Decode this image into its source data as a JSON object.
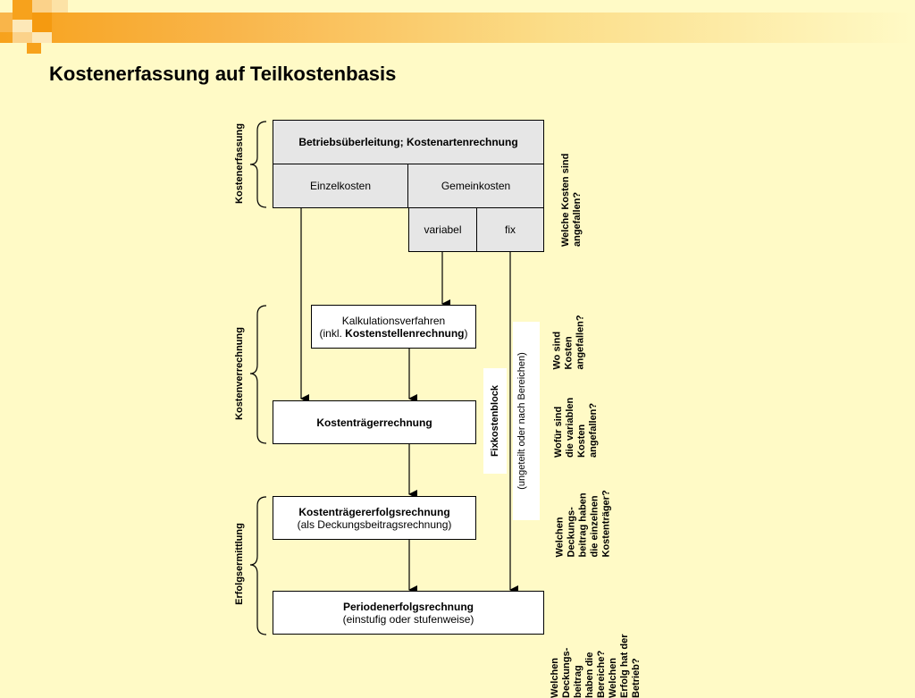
{
  "title": "Kostenerfassung auf Teilkostenbasis",
  "sections": {
    "erfassung": "Kostenerfassung",
    "verrechnung": "Kostenverrechnung",
    "ermittlung": "Erfolgsermittlung"
  },
  "boxes": {
    "betriebs": "Betriebsüberleitung; Kostenartenrechnung",
    "einzel": "Einzelkosten",
    "gemein": "Gemeinkosten",
    "variabel": "variabel",
    "fix": "fix",
    "kalk_line1": "Kalkulationsverfahren",
    "kalk_line2_pre": "(inkl. ",
    "kalk_line2_bold": "Kostenstellenrechnung",
    "kalk_line2_post": ")",
    "traeger": "Kostenträgerrechnung",
    "traegererfolg_line1": "Kostenträgererfolgsrechnung",
    "traegererfolg_line2": "(als Deckungsbeitragsrechnung)",
    "perioden_line1": "Periodenerfolgsrechnung",
    "perioden_line2": "(einstufig oder stufenweise)",
    "fixkostenblock": "Fixkostenblock",
    "fixkostenblock_sub": "(ungeteilt oder nach Bereichen)"
  },
  "questions": {
    "q1": "Welche Kosten sind\nangefallen?",
    "q2": "Wo sind\nKosten\nangefallen?",
    "q3": "Wofür sind\ndie variablen\nKosten\nangefallen?",
    "q4": "Welchen\nDeckungs-\nbeitrag haben\ndie einzelnen\nKostenträger?",
    "q5": "Welchen\nDeckungs-\nbeitrag\nhaben die\nBereiche?\nWelchen\nErfolg hat der\nBetrieb?"
  },
  "colors": {
    "background": "#FFFAC6",
    "accent": "#F7A21C",
    "box_gray": "#E6E6E6"
  }
}
